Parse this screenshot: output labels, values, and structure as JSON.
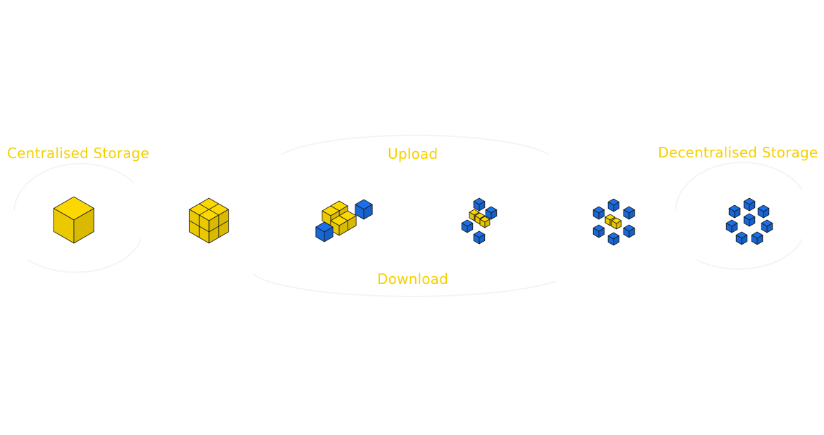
{
  "labels": {
    "centralised": "Centralised Storage",
    "upload": "Upload",
    "download": "Download",
    "decentralised": "Decentralised Storage"
  },
  "colors": {
    "yellow": "#fcd800",
    "blue": "#1a70e8",
    "outline": "#1b1b1b",
    "label": "#f5d000",
    "ghost": "#f4f4f4"
  },
  "stages": [
    "single-cube",
    "split-cube",
    "split-start",
    "scatter",
    "near-scatter",
    "distributed"
  ]
}
